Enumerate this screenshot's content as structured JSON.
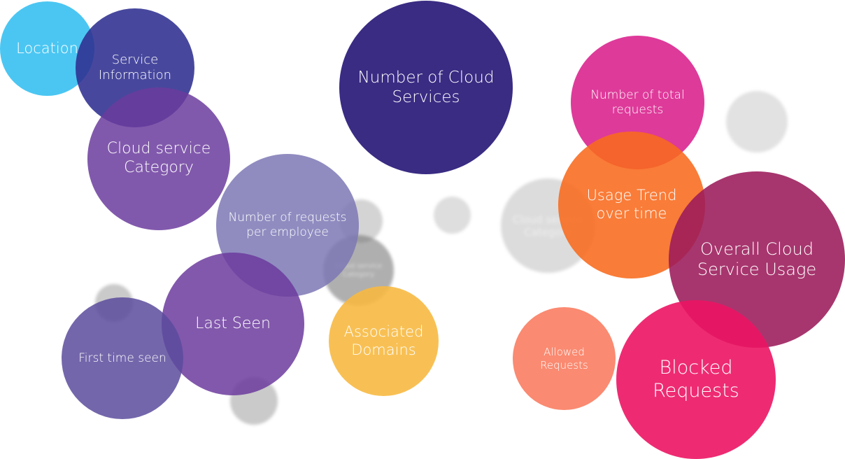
{
  "bubbles": {
    "location": {
      "label": "Location",
      "color": "#2bbcf0"
    },
    "service_information": {
      "label": "Service\nInformation",
      "color": "#2e2f8f"
    },
    "cloud_service_category": {
      "label": "Cloud service\nCategory",
      "color": "#6b3c9e"
    },
    "number_of_cloud_services": {
      "label": "Number of Cloud\nServices",
      "color": "#3a2b83"
    },
    "number_of_requests_per_employee": {
      "label": "Number of requests\nper employee",
      "color": "#7d78b5"
    },
    "last_seen": {
      "label": "Last Seen",
      "color": "#6c3b9d"
    },
    "first_time_seen": {
      "label": "First time seen",
      "color": "#5c4b9c"
    },
    "associated_domains": {
      "label": "Associated\nDomains",
      "color": "#f7b941"
    },
    "number_of_total_requests": {
      "label": "Number of total\nrequests",
      "color": "#d91f8c"
    },
    "usage_trend_over_time": {
      "label": "Usage Trend\nover time",
      "color": "#f86a1d"
    },
    "overall_cloud_service_usage": {
      "label": "Overall Cloud\nService Usage",
      "color": "#9b1a5a"
    },
    "allowed_requests": {
      "label": "Allowed\nRequests",
      "color": "#f97d62"
    },
    "blocked_requests": {
      "label": "Blocked\nRequests",
      "color": "#ec1463"
    }
  },
  "ghosts": {
    "cloud_service_category": {
      "label": "Cloud service\nCategory"
    },
    "cloud_service_category_2": {
      "label": "Cloud service\nCategory"
    }
  }
}
